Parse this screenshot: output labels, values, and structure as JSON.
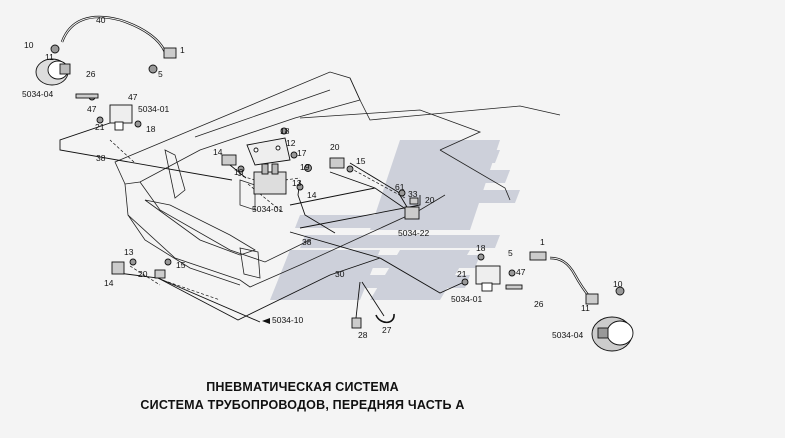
{
  "titles": {
    "line1": "ПНЕВМАТИЧЕСКАЯ СИСТЕМА",
    "line2": "СИСТЕМА ТРУБОПРОВОДОВ, ПЕРЕДНЯЯ ЧАСТЬ А"
  },
  "callouts": {
    "c40": "40",
    "c10a": "10",
    "c11a": "11",
    "c1a": "1",
    "c5a": "5",
    "c26a": "26",
    "c47a": "47",
    "c47b": "47",
    "c21a": "21",
    "c18a": "18",
    "c38a": "38",
    "c18b": "18",
    "c12": "12",
    "c17": "17",
    "c14a": "14",
    "c13a": "13",
    "c19": "19",
    "c20a": "20",
    "c15a": "15",
    "c13b": "13",
    "c14b": "14",
    "c61": "61",
    "c33": "33",
    "c20b": "20",
    "c38b": "38",
    "c13c": "13",
    "c14c": "14",
    "c20c": "20",
    "c15b": "15",
    "c30": "30",
    "c18c": "18",
    "c5b": "5",
    "c1b": "1",
    "c21b": "21",
    "c47c": "47",
    "c26b": "26",
    "c10b": "10",
    "c11b": "11",
    "c28": "28",
    "c27": "27"
  },
  "part_codes": {
    "p5034_04a": "5034-04",
    "p5034_01a": "5034-01",
    "p5034_01b": "5034-01",
    "p5034_22": "5034-22",
    "p5034_01c": "5034-01",
    "p5034_10": "5034-10",
    "p5034_04b": "5034-04"
  },
  "colors": {
    "background": "#f4f4f4",
    "line": "#111111",
    "watermark": "#c9cdd8"
  }
}
